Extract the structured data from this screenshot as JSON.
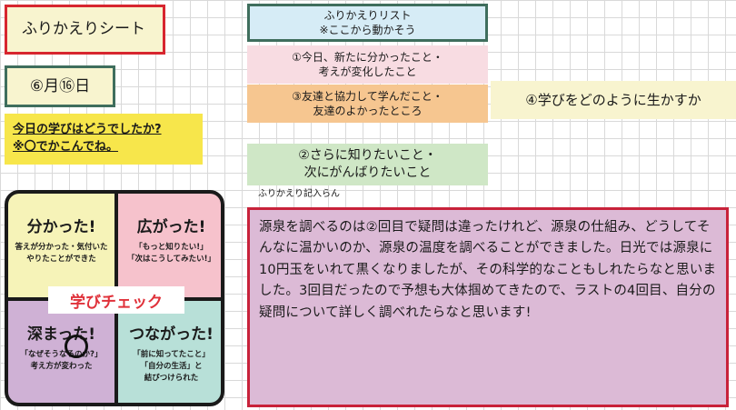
{
  "sheet": {
    "title": "ふりかえりシート",
    "date": "⑥月⑯日",
    "question_line1": "今日の学びはどうでしたか?",
    "question_line2": "※〇でかこんでね。"
  },
  "check": {
    "label": "学びチェック",
    "quadrants": [
      {
        "head": "分かった!",
        "body": "答えが分かった・気付いた\nやりたことができた"
      },
      {
        "head": "広がった!",
        "body": "「もっと知りたい!」\n「次はこうしてみたい!」"
      },
      {
        "head": "深まった!",
        "body": "「なぜそうなるのか?」\n考え方が変わった"
      },
      {
        "head": "つながった!",
        "body": "「前に知ってたこと」\n「自分の生活」と\n結びつけられた"
      }
    ]
  },
  "list": {
    "header_line1": "ふりかえりリスト",
    "header_line2": "※ここから動かそう",
    "item1_line1": "①今日、新たに分かったこと・",
    "item1_line2": "考えが変化したこと",
    "item3_line1": "③友達と協力して学んだこと・",
    "item3_line2": "友達のよかったところ",
    "item4": "④学びをどのように生かすか",
    "item2_line1": "②さらに知りたいこと・",
    "item2_line2": "次にがんばりたいこと"
  },
  "entry": {
    "label": "ふりかえり記入らん",
    "text": "源泉を調べるのは②回目で疑問は違ったけれど、源泉の仕組み、どうしてそんなに温かいのか、源泉の温度を調べることができました。日光では源泉に10円玉をいれて黒くなりましたが、その科学的なこともしれたらなと思いました。3回目だったので予想も大体掴めてきたので、ラストの4回目、自分の疑問について詳しく調べれたらなと思います!"
  }
}
